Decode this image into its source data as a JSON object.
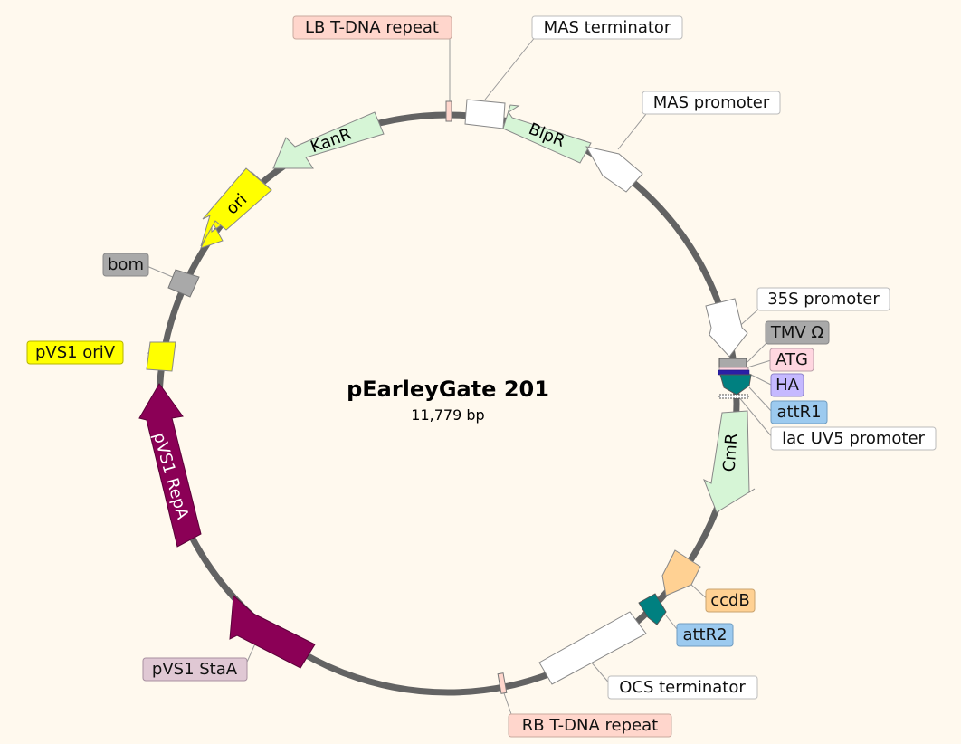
{
  "plasmid": {
    "name": "pEarleyGate 201",
    "length": "11,779 bp"
  },
  "colors": {
    "background": "#fff9ee",
    "backbone": "#636363",
    "white_feature": "#ffffff",
    "marker": "#d6f5d6",
    "ori": "#ffff00",
    "misc": "#a9a9a9",
    "repA": "#8b0056",
    "gateway": "#008080",
    "ccdB": "#ffd193",
    "tdna": "#ffd6cc",
    "label_attR": "#9ccaef",
    "label_HA": "#c5b9ff",
    "label_ATG": "#ffd6e0"
  },
  "features": [
    {
      "id": "mas-terminator",
      "label": "MAS terminator",
      "label_bg": "#ffffff"
    },
    {
      "id": "blpr",
      "label": "BlpR",
      "label_bg": "#d6f5d6"
    },
    {
      "id": "mas-promoter",
      "label": "MAS promoter",
      "label_bg": "#ffffff"
    },
    {
      "id": "35s-promoter",
      "label": "35S promoter",
      "label_bg": "#ffffff"
    },
    {
      "id": "tmv-omega",
      "label": "TMV Ω",
      "label_bg": "#a9a9a9"
    },
    {
      "id": "atg",
      "label": "ATG",
      "label_bg": "#ffd6e0"
    },
    {
      "id": "ha",
      "label": "HA",
      "label_bg": "#c5b9ff"
    },
    {
      "id": "attr1",
      "label": "attR1",
      "label_bg": "#9ccaef"
    },
    {
      "id": "lac-uv5-promoter",
      "label": "lac UV5 promoter",
      "label_bg": "#ffffff"
    },
    {
      "id": "cmr",
      "label": "CmR",
      "label_bg": "#d6f5d6"
    },
    {
      "id": "ccdb",
      "label": "ccdB",
      "label_bg": "#ffd193"
    },
    {
      "id": "attr2",
      "label": "attR2",
      "label_bg": "#9ccaef"
    },
    {
      "id": "ocs-terminator",
      "label": "OCS terminator",
      "label_bg": "#ffffff"
    },
    {
      "id": "rb-t-dna-repeat",
      "label": "RB T-DNA repeat",
      "label_bg": "#ffd6cc"
    },
    {
      "id": "pvs1-staa",
      "label": "pVS1 StaA",
      "label_bg": "#e0c8d4"
    },
    {
      "id": "pvs1-repa",
      "label": "pVS1 RepA",
      "label_bg": "#8b0056"
    },
    {
      "id": "pvs1-oriv",
      "label": "pVS1 oriV",
      "label_bg": "#ffff00"
    },
    {
      "id": "bom",
      "label": "bom",
      "label_bg": "#a9a9a9"
    },
    {
      "id": "ori",
      "label": "ori",
      "label_bg": "#ffff00"
    },
    {
      "id": "kanr",
      "label": "KanR",
      "label_bg": "#d6f5d6"
    },
    {
      "id": "lb-t-dna-repeat",
      "label": "LB T-DNA repeat",
      "label_bg": "#ffd6cc"
    }
  ]
}
